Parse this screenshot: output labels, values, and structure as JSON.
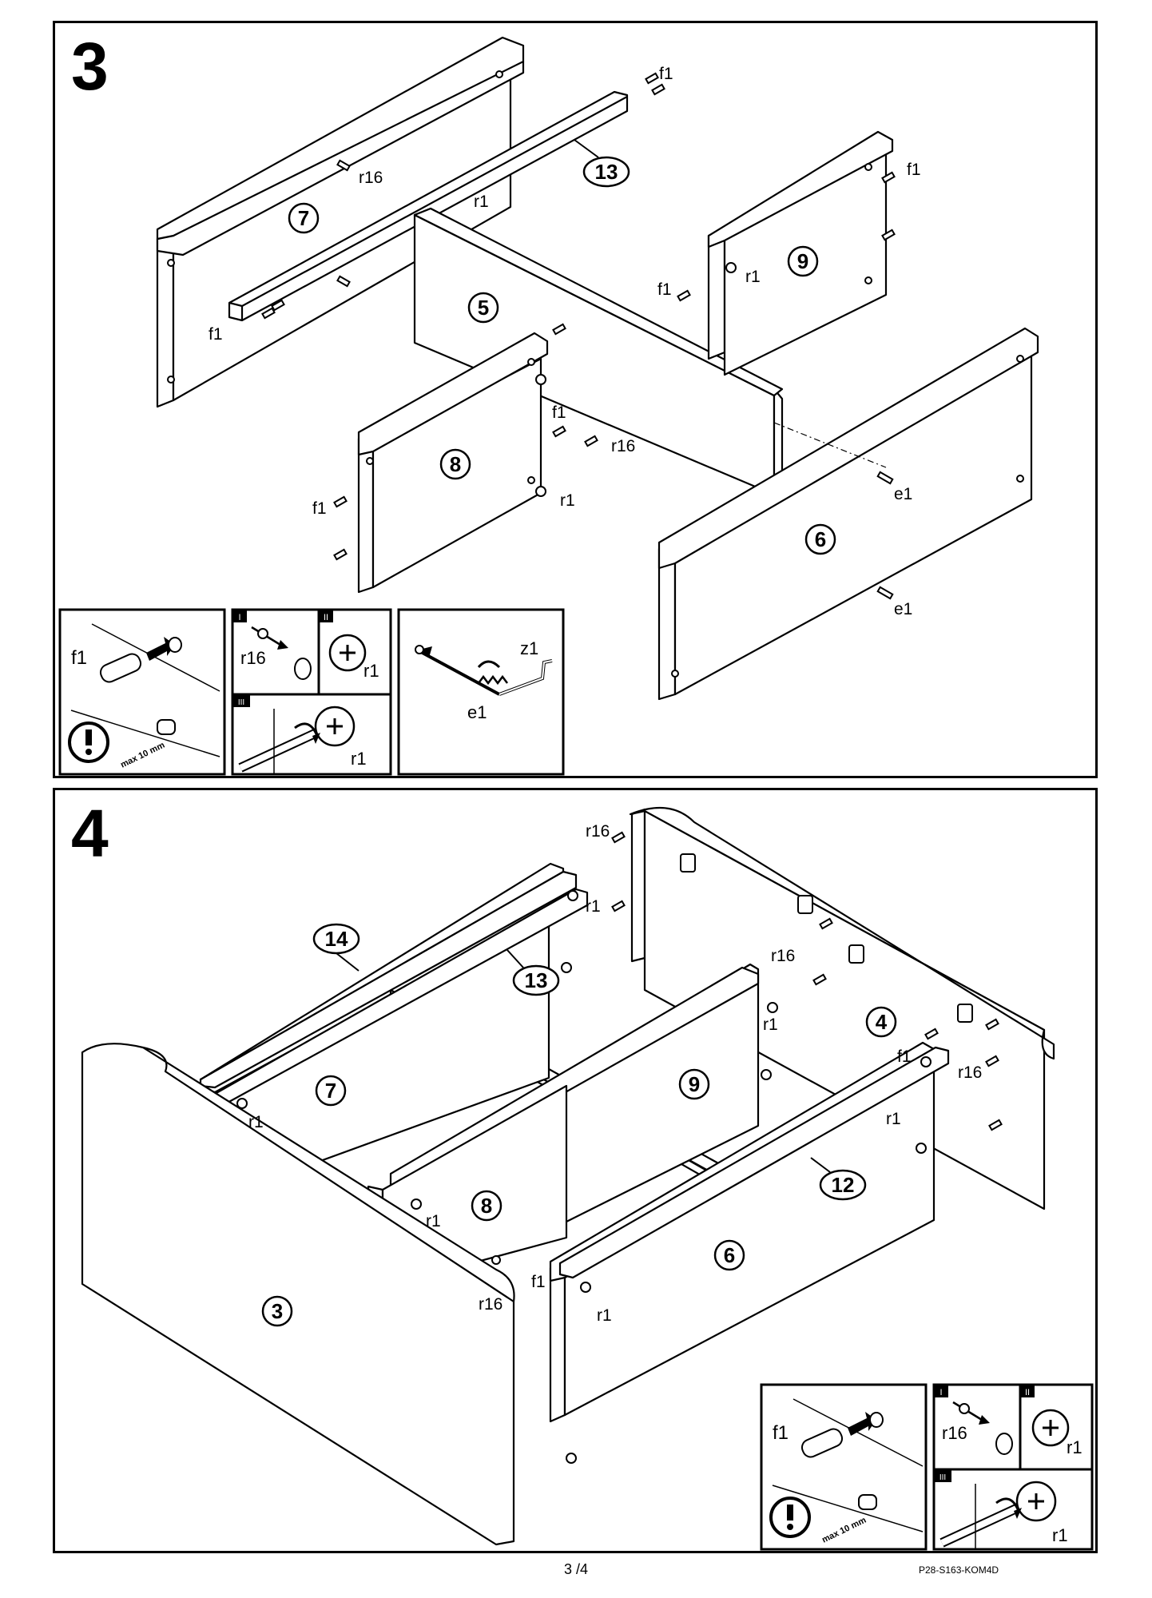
{
  "step3": {
    "number": "3",
    "panel_labels": [
      "7",
      "13",
      "5",
      "9",
      "8",
      "6"
    ],
    "fitting_labels": {
      "f1": "f1",
      "r16": "r16",
      "r1": "r1",
      "e1": "e1",
      "z1": "z1"
    },
    "insets": {
      "dowel": {
        "label": "f1",
        "max_text": "max 10 mm"
      },
      "cam_steps": {
        "step_i": "I",
        "step_ii": "II",
        "step_iii": "III",
        "pin": "r16",
        "cam": "r1"
      },
      "screw": {
        "screw": "e1",
        "key": "z1"
      }
    }
  },
  "step4": {
    "number": "4",
    "panel_labels": [
      "14",
      "13",
      "4",
      "7",
      "9",
      "12",
      "8",
      "6",
      "3"
    ],
    "fitting_labels": {
      "f1": "f1",
      "r16": "r16",
      "r1": "r1"
    },
    "insets": {
      "dowel": {
        "label": "f1",
        "max_text": "max 10 mm"
      },
      "cam_steps": {
        "step_i": "I",
        "step_ii": "II",
        "step_iii": "III",
        "pin": "r16",
        "cam": "r1"
      }
    }
  },
  "footer": {
    "page": "3 /4",
    "code": "P28-S163-KOM4D"
  }
}
